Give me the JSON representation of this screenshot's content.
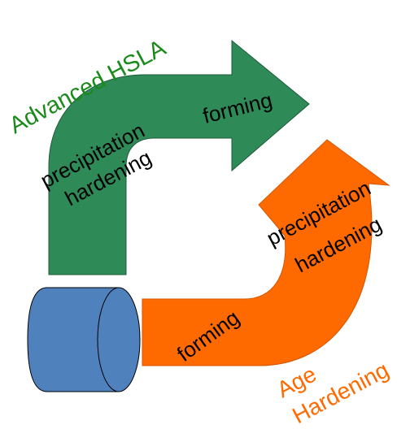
{
  "colors": {
    "green_route": "#2e8b57",
    "orange_route": "#ff6a00",
    "blank": "#4f81bd",
    "title_green": "#1a8a1a",
    "title_orange": "#ff6a00",
    "text": "#000000"
  },
  "routes": {
    "advanced_hsla": {
      "title": "Advanced HSLA",
      "step1_line1": "precipitation",
      "step1_line2": "hardening",
      "step2": "forming"
    },
    "age_hardening": {
      "title_line1": "Age",
      "title_line2": "Hardening",
      "step1": "forming",
      "step2_line1": "precipitation",
      "step2_line2": "hardening"
    }
  }
}
